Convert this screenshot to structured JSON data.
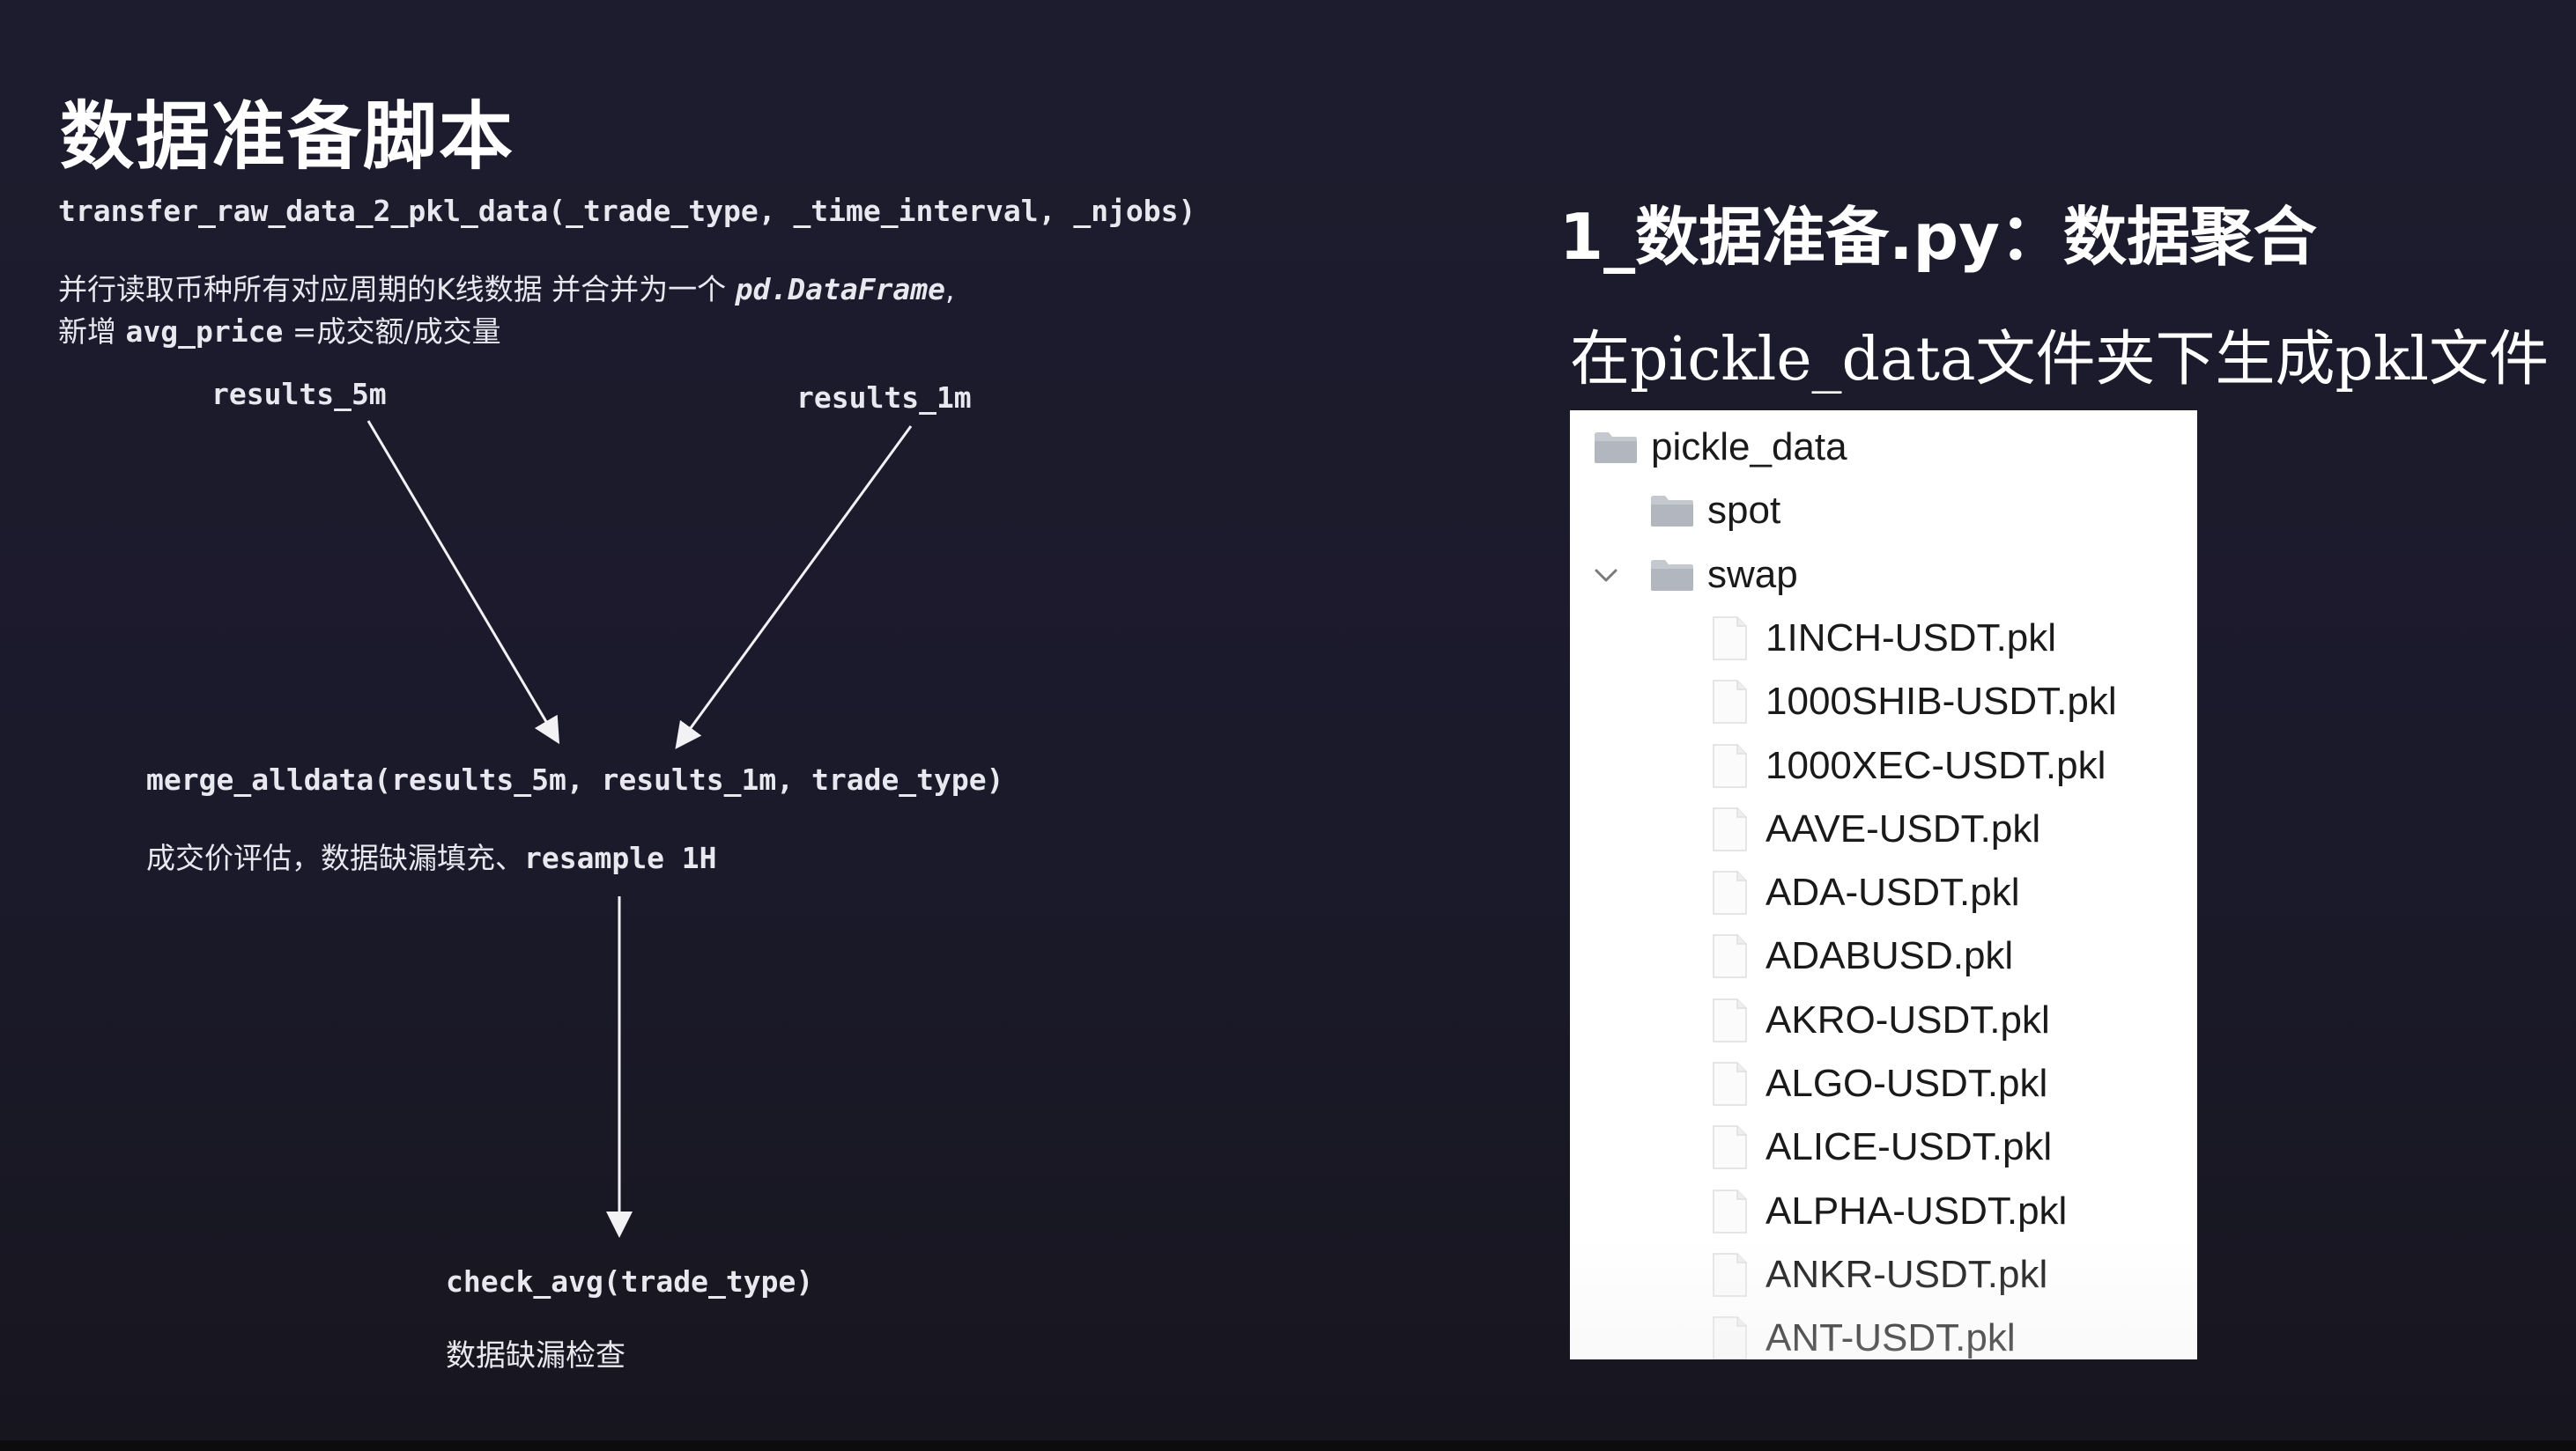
{
  "slide": {
    "title": "数据准备脚本",
    "function_signature": "transfer_raw_data_2_pkl_data(_trade_type, _time_interval, _njobs)",
    "description_line1_text": "并行读取币种所有对应周期的K线数据 并合并为一个 ",
    "description_line1_code": "pd.DataFrame",
    "description_line1_tail": ",",
    "description_line2_prefix": "新增 ",
    "description_line2_code": "avg_price",
    "description_line2_text": " =成交额/成交量",
    "label_results_5m": "results_5m",
    "label_results_1m": "results_1m",
    "merge_call": "merge_alldata(results_5m, results_1m, trade_type)",
    "merge_desc_text": "成交价评估，数据缺漏填充、",
    "merge_desc_code": "resample 1H",
    "check_call": "check_avg(trade_type)",
    "check_desc": "数据缺漏检查"
  },
  "right_panel": {
    "title": "1_数据准备.py：数据聚合",
    "subtitle": "在pickle_data文件夹下生成pkl文件",
    "file_tree": {
      "root": "pickle_data",
      "folders": [
        {
          "name": "spot",
          "expanded": false
        },
        {
          "name": "swap",
          "expanded": true
        }
      ],
      "swap_files": [
        "1INCH-USDT.pkl",
        "1000SHIB-USDT.pkl",
        "1000XEC-USDT.pkl",
        "AAVE-USDT.pkl",
        "ADA-USDT.pkl",
        "ADABUSD.pkl",
        "AKRO-USDT.pkl",
        "ALGO-USDT.pkl",
        "ALICE-USDT.pkl",
        "ALPHA-USDT.pkl",
        "ANKR-USDT.pkl",
        "ANT-USDT.pkl"
      ]
    }
  },
  "colors": {
    "background": "#1c1b2c",
    "text": "#f2f2f4",
    "finder_bg": "#ffffff",
    "folder_icon": "#c4c8cf"
  },
  "icons": {
    "folder": "folder-icon",
    "file": "file-icon",
    "chevron": "chevron-down-icon"
  }
}
